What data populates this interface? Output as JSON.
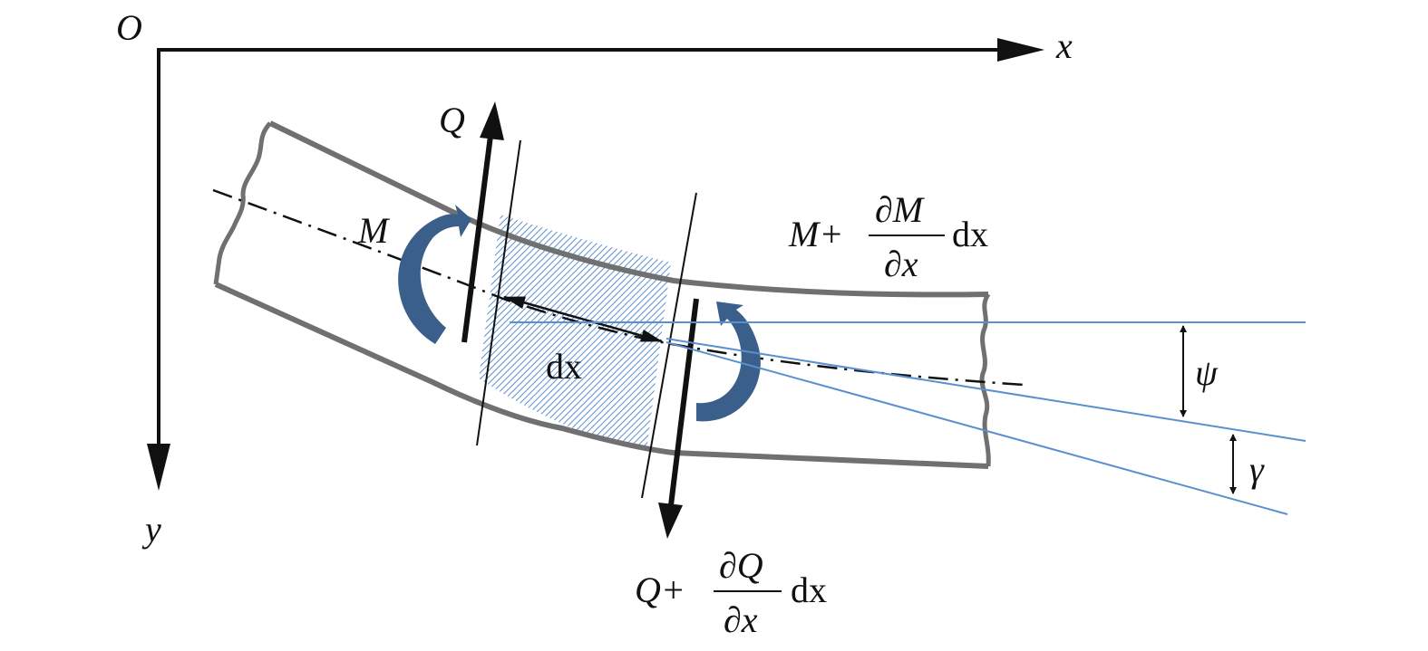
{
  "labels": {
    "origin": "O",
    "x_axis": "x",
    "y_axis": "y",
    "shear_force": "Q",
    "moment": "M",
    "element_length": "dx",
    "rotation_angle": "ψ",
    "shear_angle": "γ",
    "moment_increment": {
      "base": "M+",
      "numerator": "∂M",
      "denominator": "∂x",
      "suffix": "dx"
    },
    "shear_increment": {
      "base": "Q+",
      "numerator": "∂Q",
      "denominator": "∂x",
      "suffix": "dx"
    }
  },
  "colors": {
    "beam": "#707070",
    "moment_arrow": "#3a5f8a",
    "guide_lines": "#5b8fcf",
    "hatch": "#5b8fcf",
    "ink": "#111111"
  }
}
